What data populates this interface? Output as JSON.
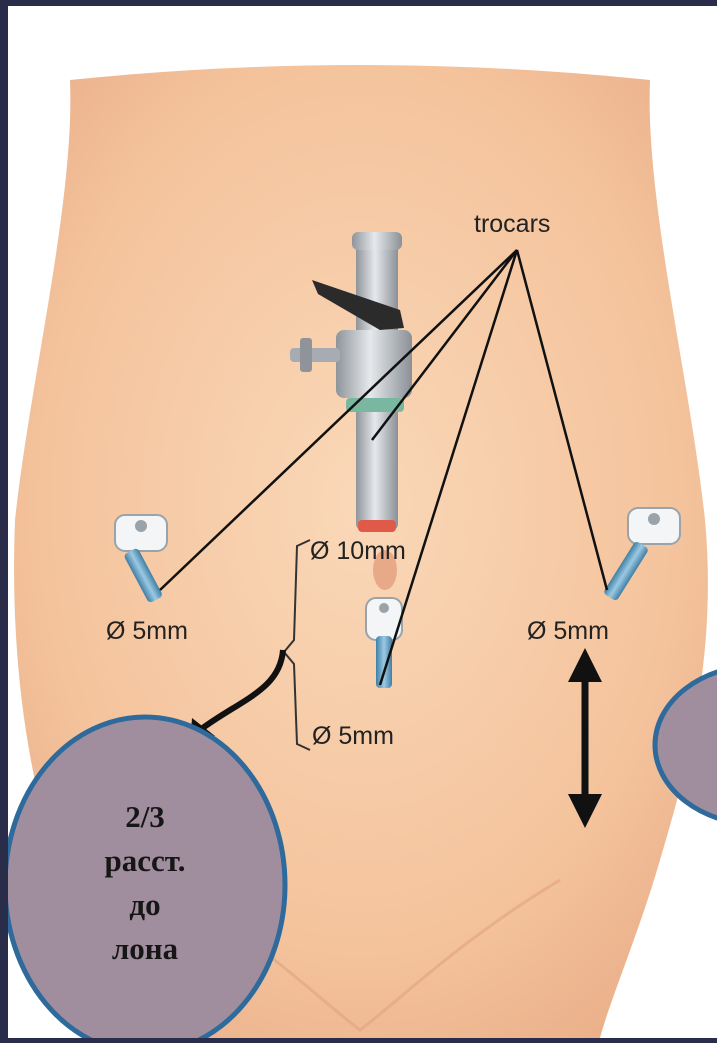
{
  "labels": {
    "trocars": "trocars",
    "d10": "Ø 10mm",
    "d5_left": "Ø 5mm",
    "d5_right": "Ø 5mm",
    "d5_bottom": "Ø 5mm"
  },
  "callout": {
    "lines": [
      "2/3",
      "расст.",
      "до",
      "лона"
    ]
  },
  "colors": {
    "slide_frame": "#2a2d4a",
    "skin": "#f6c9a4",
    "bubble_fill": "#a08e9e",
    "bubble_stroke": "#2e6a9c",
    "trocar_blue": "#6aa6c8",
    "metal": "#b9bec4"
  }
}
